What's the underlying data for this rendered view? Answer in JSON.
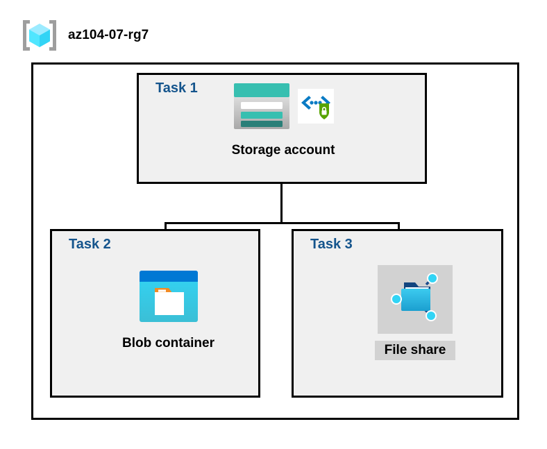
{
  "diagram": {
    "title": "az104-07-rg7",
    "resource_group_icon": "resource-group-cube-icon",
    "colors": {
      "task_label": "#14548c",
      "task_box_fill": "#f0f0f0",
      "border": "#000000",
      "highlight": "#d2d2d2",
      "storage_teal": "#37bfb0",
      "storage_teal_dark": "#2a7f78",
      "blob_blue": "#0078d4",
      "blob_cyan": "#32d4f5",
      "blob_orange": "#f28b24",
      "fileshare_blue": "#32bde8",
      "shield_green": "#57a300",
      "brackets_blue": "#0a7bc4",
      "cube_cyan": "#50e6ff",
      "bracket_gray": "#a0a0a0"
    },
    "tasks": [
      {
        "label": "Task 1",
        "node": {
          "caption": "Storage account",
          "icons": [
            "storage-account-icon",
            "secure-endpoint-shield-icon"
          ],
          "highlighted": false
        }
      },
      {
        "label": "Task 2",
        "node": {
          "caption": "Blob container",
          "icons": [
            "blob-container-icon"
          ],
          "highlighted": false
        }
      },
      {
        "label": "Task 3",
        "node": {
          "caption": "File share",
          "icons": [
            "file-share-icon"
          ],
          "highlighted": true
        }
      }
    ],
    "connectors": [
      {
        "name": "storage-to-branch-trunk"
      },
      {
        "name": "branch-horizontal-bar"
      },
      {
        "name": "branch-to-blob-container"
      },
      {
        "name": "branch-to-file-share"
      }
    ]
  }
}
